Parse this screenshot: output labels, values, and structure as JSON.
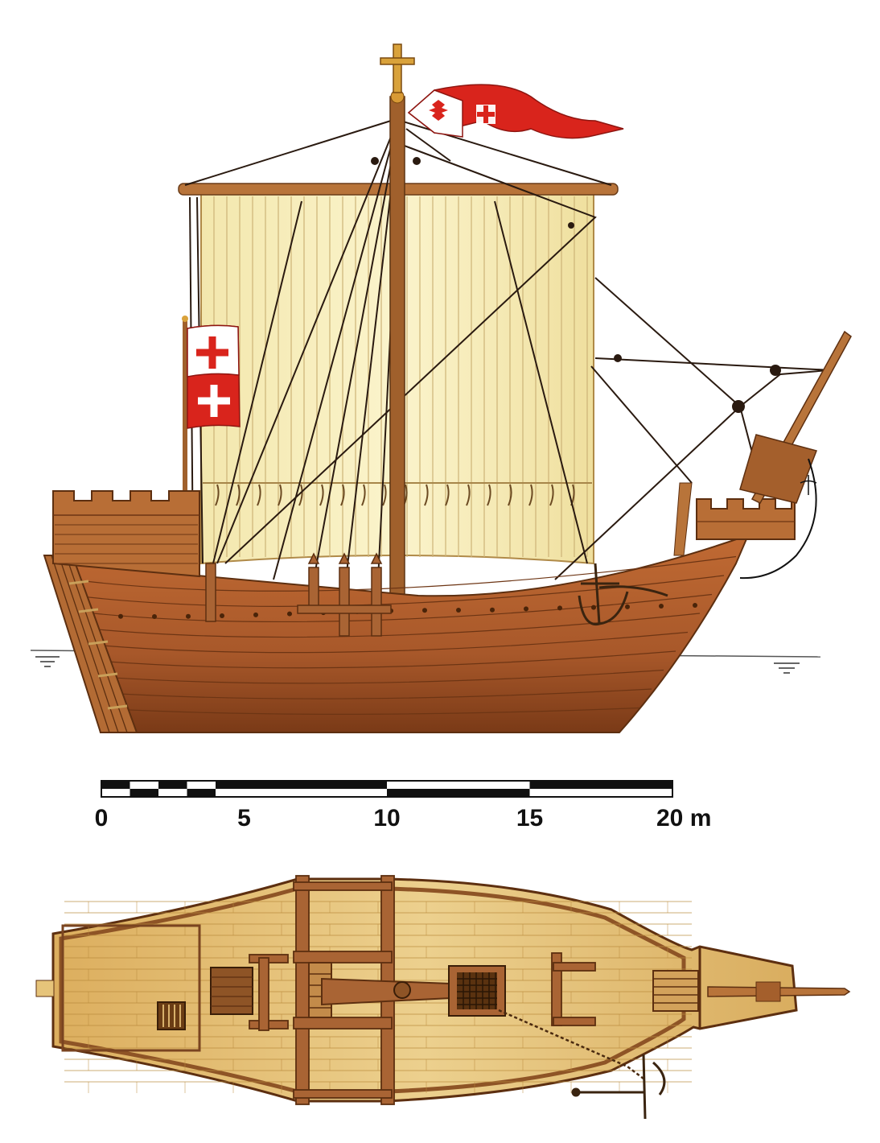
{
  "colors": {
    "hull": "#a8582a",
    "hull_dark": "#7a3a17",
    "deck": "#e3c078",
    "deck_line": "#b98a3c",
    "sail": "#f6edb9",
    "sail_line": "#c9a862",
    "flag_red": "#d9241c",
    "flag_white": "#ffffff",
    "rigging": "#2a1a10",
    "scale_black": "#111111"
  },
  "scale": {
    "labels": [
      "0",
      "5",
      "10",
      "15",
      "20 m"
    ],
    "max_m": 20
  },
  "icons": {
    "pennant": "maltese-cross-pennant",
    "banner": "maltese-cross-banner",
    "anchor": "anchor-icon",
    "mast_cross": "cross-icon"
  }
}
